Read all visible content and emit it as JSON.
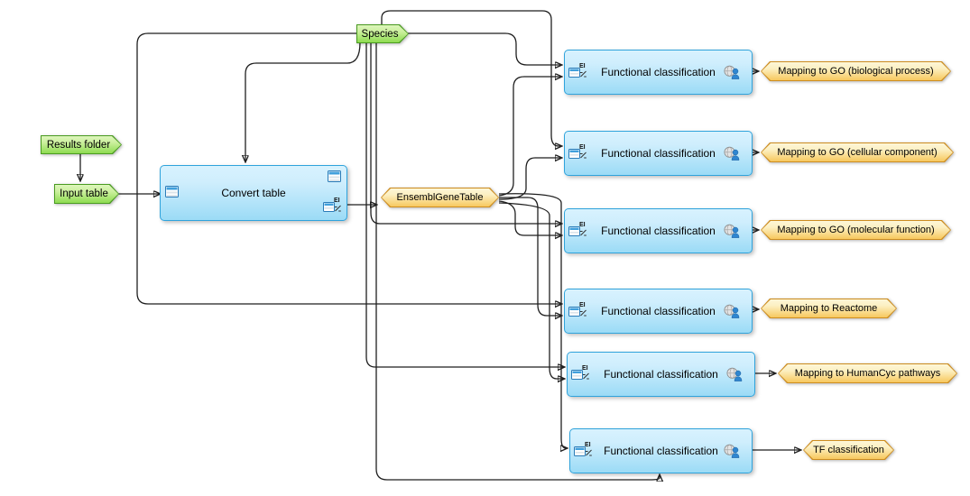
{
  "nodes": {
    "species": {
      "label": "Species"
    },
    "results_folder": {
      "label": "Results folder"
    },
    "input_table": {
      "label": "Input table"
    },
    "convert_table": {
      "label": "Convert table"
    },
    "ensembl_gene_table": {
      "label": "EnsemblGeneTable"
    },
    "classifiers": [
      {
        "label": "Functional classification",
        "output": "Mapping to GO (biological process)"
      },
      {
        "label": "Functional classification",
        "output": "Mapping to GO (cellular component)"
      },
      {
        "label": "Functional classification",
        "output": "Mapping to GO (molecular function)"
      },
      {
        "label": "Functional classification",
        "output": "Mapping to Reactome"
      },
      {
        "label": "Functional classification",
        "output": "Mapping to HumanCyc pathways"
      },
      {
        "label": "Functional classification",
        "output": "TF classification"
      }
    ]
  },
  "icons": {
    "table_port": "table-icon",
    "ei_table_port": "ensembl-id-table-icon",
    "ei_label": "EI",
    "analysis_output": "globe-person-icon"
  },
  "colors": {
    "analysis_border": "#2fa3dc",
    "analysis_fill_top": "#d8f2fe",
    "analysis_fill_bottom": "#9bdbf6",
    "parameter_border": "#4a9b21",
    "parameter_fill_top": "#ddf5bb",
    "parameter_fill_bottom": "#8edc51",
    "data_border": "#cd8d20",
    "data_fill_top": "#fdf6d8",
    "data_fill_bottom": "#f7c85e",
    "edge": "#1f1f1f"
  }
}
